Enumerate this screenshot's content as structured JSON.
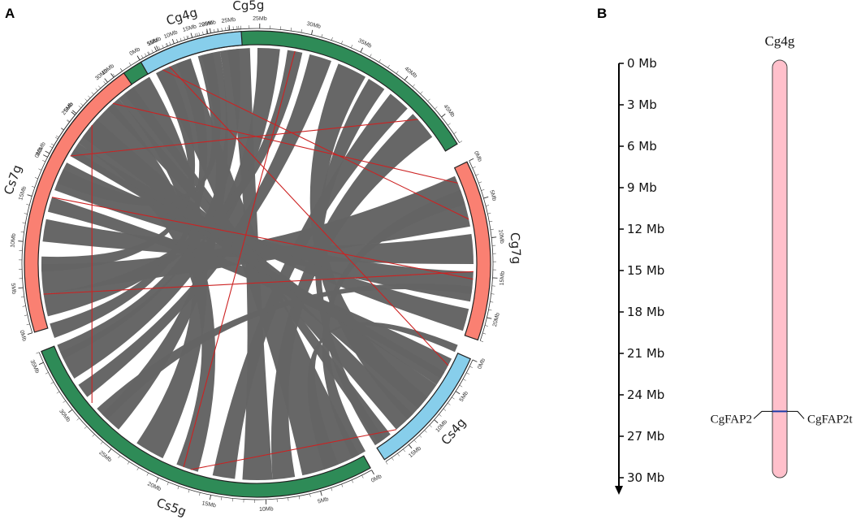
{
  "panel_a": {
    "label": "A",
    "chromosomes": [
      {
        "name": "Cg5g",
        "color": "#2E8B57",
        "length_mb": 48,
        "tick_labels": [
          "0Mb",
          "5Mb",
          "10Mb",
          "15Mb",
          "20Mb",
          "25Mb",
          "30Mb",
          "35Mb",
          "40Mb",
          "45Mb"
        ]
      },
      {
        "name": "Cg7g",
        "color": "#FA8072",
        "length_mb": 23,
        "tick_labels": [
          "0Mb",
          "5Mb",
          "10Mb",
          "15Mb",
          "20Mb"
        ]
      },
      {
        "name": "Cs4g",
        "color": "#87CEEB",
        "length_mb": 19,
        "tick_labels": [
          "0Mb",
          "5Mb",
          "10Mb",
          "15Mb"
        ]
      },
      {
        "name": "Cs5g",
        "color": "#2E8B57",
        "length_mb": 36,
        "tick_labels": [
          "0Mb",
          "5Mb",
          "10Mb",
          "15Mb",
          "20Mb",
          "25Mb",
          "30Mb",
          "35Mb"
        ]
      },
      {
        "name": "Cs7g",
        "color": "#FA8072",
        "length_mb": 32,
        "tick_labels": [
          "0Mb",
          "5Mb",
          "10Mb",
          "15Mb",
          "20Mb",
          "25Mb",
          "30Mb"
        ]
      },
      {
        "name": "Cg4g",
        "color": "#87CEEB",
        "length_mb": 28,
        "tick_labels": [
          "0Mb",
          "5Mb",
          "10Mb",
          "15Mb",
          "20Mb",
          "25Mb"
        ]
      }
    ],
    "link_color": "#646464",
    "highlight_color": "#CC2222"
  },
  "panel_b": {
    "label": "B",
    "chromosome_name": "Cg4g",
    "chromosome_color": "#FFC0CB",
    "marker_color": "#1a3aa8",
    "scale_labels": [
      "0 Mb",
      "3 Mb",
      "6 Mb",
      "9 Mb",
      "12 Mb",
      "15 Mb",
      "18 Mb",
      "21 Mb",
      "24 Mb",
      "27 Mb",
      "30 Mb"
    ],
    "gene_left": "CgFAP2",
    "gene_right": "CgFAP2t",
    "gene_position_mb": 25.2
  }
}
